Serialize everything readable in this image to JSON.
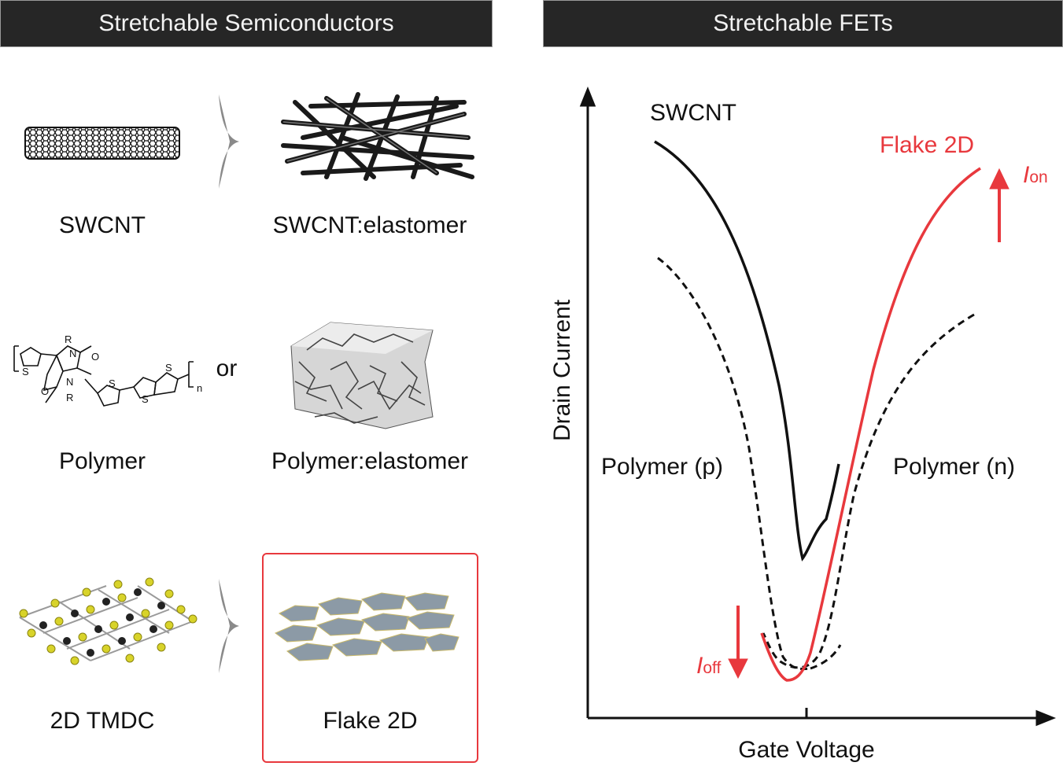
{
  "headers": {
    "left": "Stretchable Semiconductors",
    "right": "Stretchable FETs"
  },
  "materials": {
    "row1": {
      "source": "SWCNT",
      "composite": "SWCNT:elastomer"
    },
    "row2": {
      "source": "Polymer",
      "composite": "Polymer:elastomer",
      "or": "or",
      "chem_labels": {
        "r_top": "R",
        "r_bottom": "R",
        "n_top": "N",
        "n_bottom": "N",
        "o_top": "O",
        "o_bottom": "O",
        "s1": "S",
        "s2": "S",
        "s3": "S",
        "s4": "S",
        "sub_n": "n"
      }
    },
    "row3": {
      "source": "2D TMDC",
      "composite": "Flake 2D"
    }
  },
  "plot": {
    "xlabel": "Gate Voltage",
    "ylabel": "Drain Current",
    "curve_labels": {
      "swcnt": "SWCNT",
      "flake": "Flake 2D",
      "polymer_p": "Polymer (p)",
      "polymer_n": "Polymer (n)"
    },
    "ion": {
      "main": "I",
      "sub": "on"
    },
    "ioff": {
      "main": "I",
      "sub": "off"
    }
  },
  "colors": {
    "header_bg": "#262626",
    "accent_red": "#e8383d",
    "ink": "#111111"
  }
}
